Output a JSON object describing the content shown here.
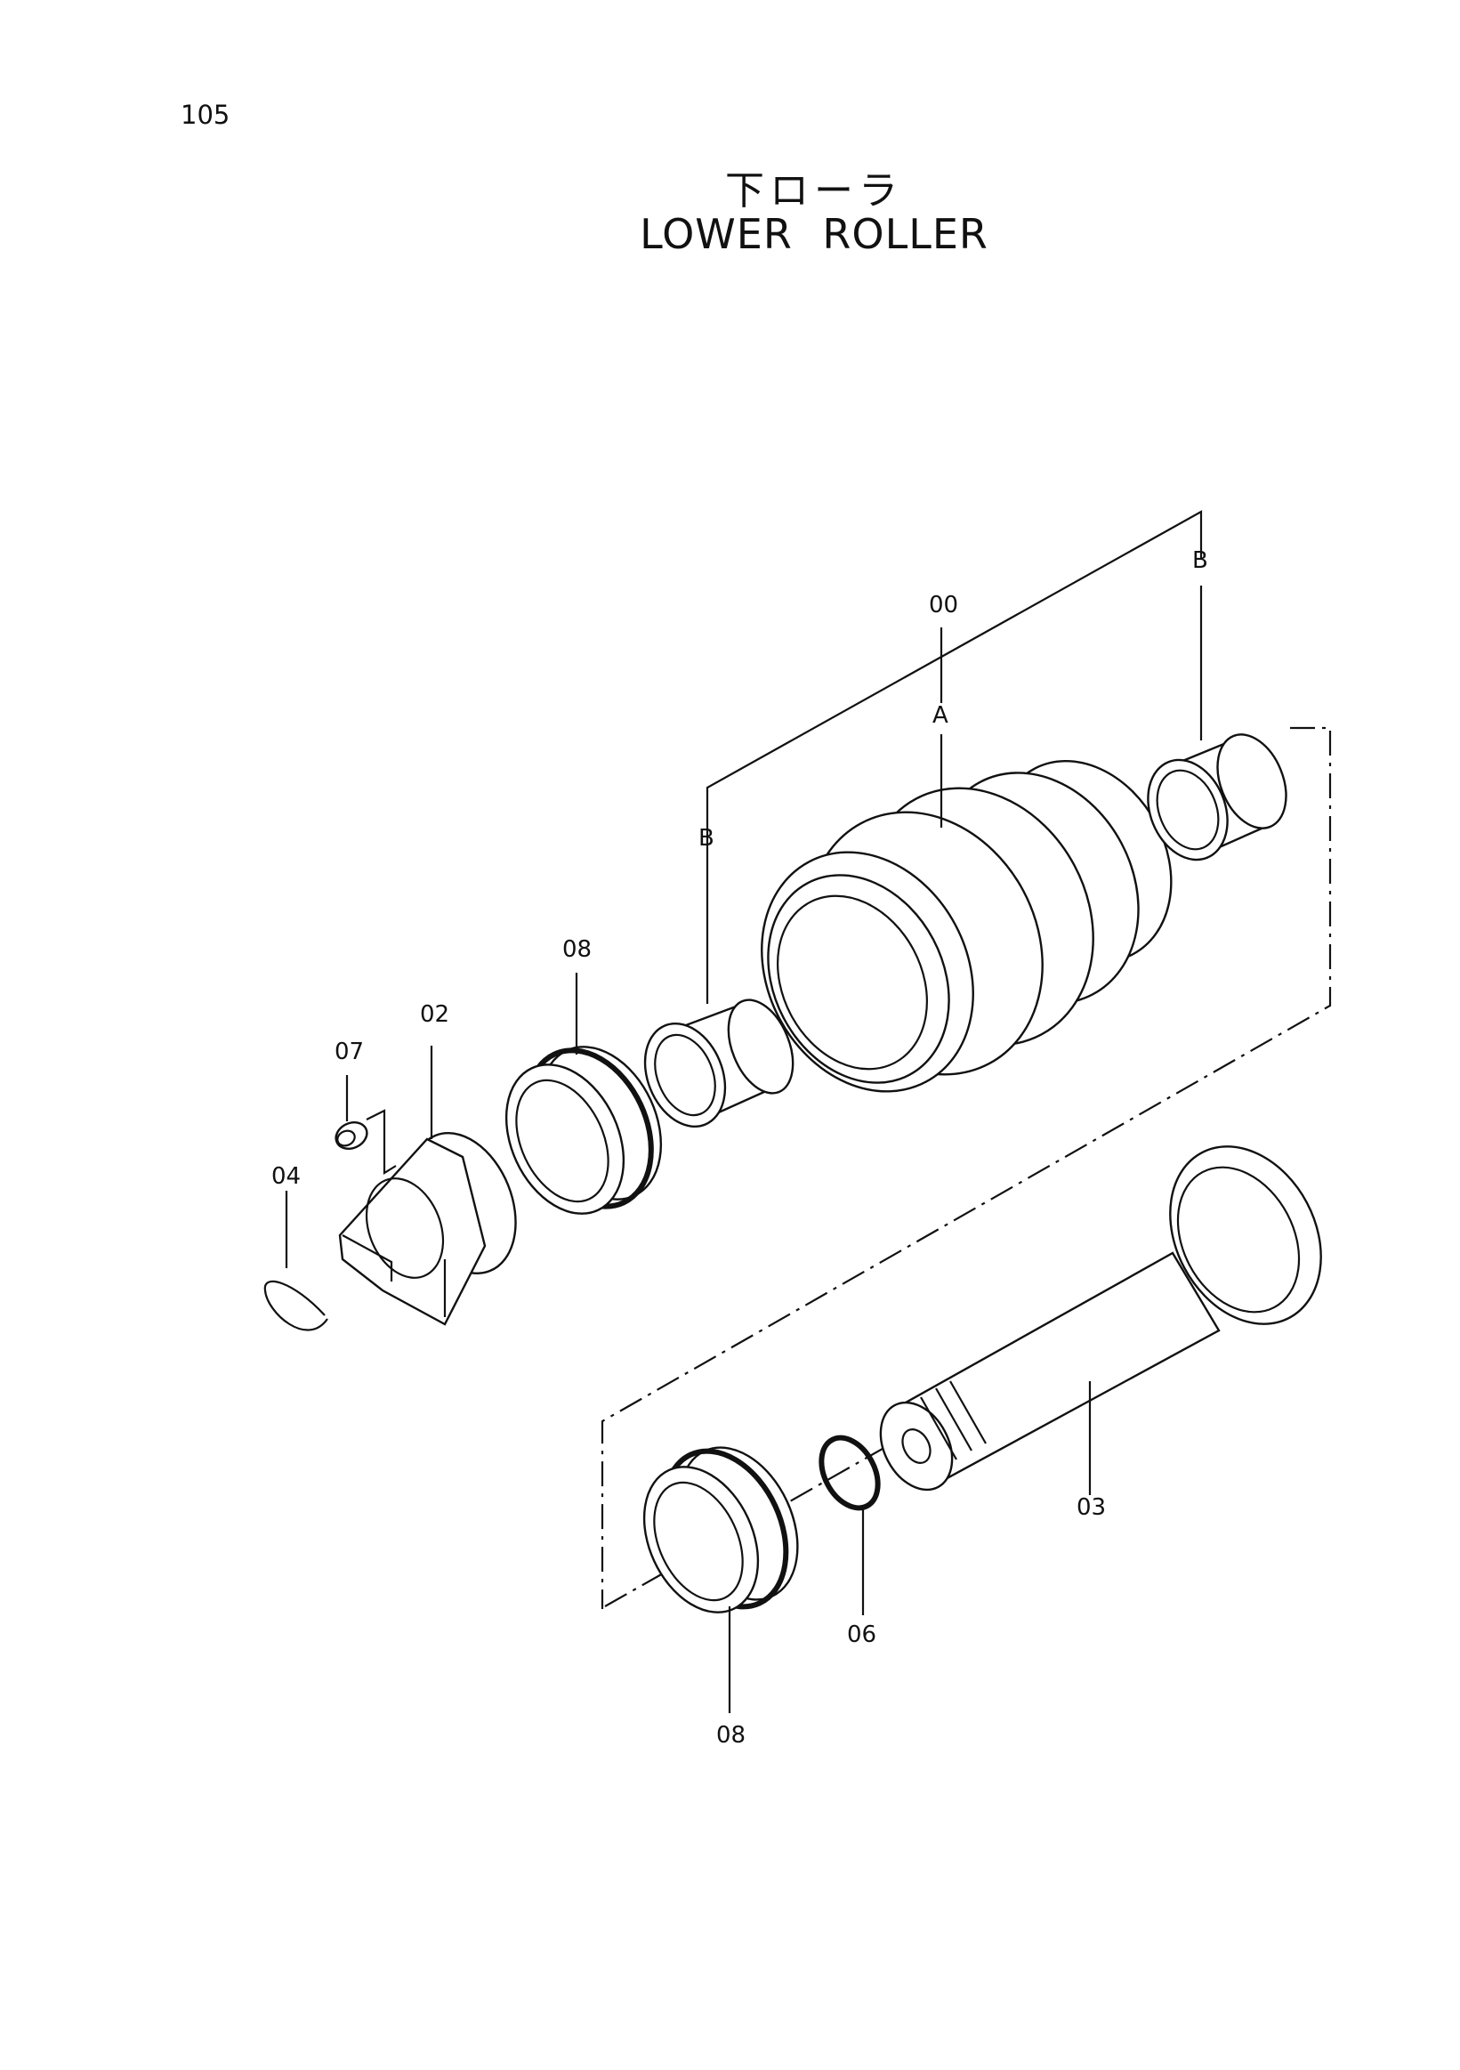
{
  "page": {
    "number": "105"
  },
  "title": {
    "jp": "下ローラ",
    "en": "LOWER ROLLER"
  },
  "callouts": {
    "roller_assembly": "00",
    "roller_marker": "A",
    "bushing_left_marker": "B",
    "bushing_right_marker": "B",
    "collar": "02",
    "shaft": "03",
    "snap_ring": "04",
    "o_ring": "06",
    "plug": "07",
    "seal_upper": "08",
    "seal_lower": "08"
  }
}
